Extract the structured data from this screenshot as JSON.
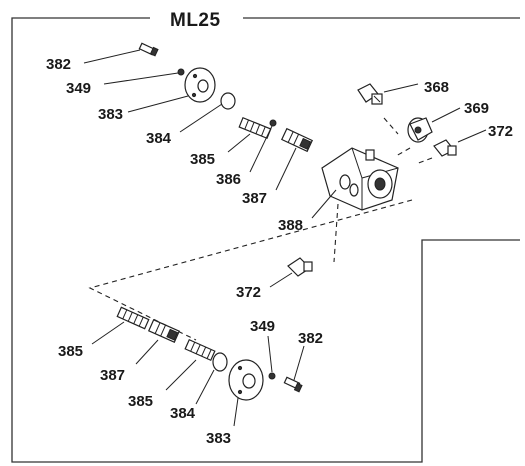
{
  "title": "ML25",
  "labels": {
    "l382a": "382",
    "l349a": "349",
    "l383a": "383",
    "l384a": "384",
    "l385a": "385",
    "l386": "386",
    "l387a": "387",
    "l388": "388",
    "l368": "368",
    "l369": "369",
    "l372a": "372",
    "l372b": "372",
    "l349b": "349",
    "l382b": "382",
    "l385b": "385",
    "l387b": "387",
    "l385c": "385",
    "l384b": "384",
    "l383b": "383"
  }
}
